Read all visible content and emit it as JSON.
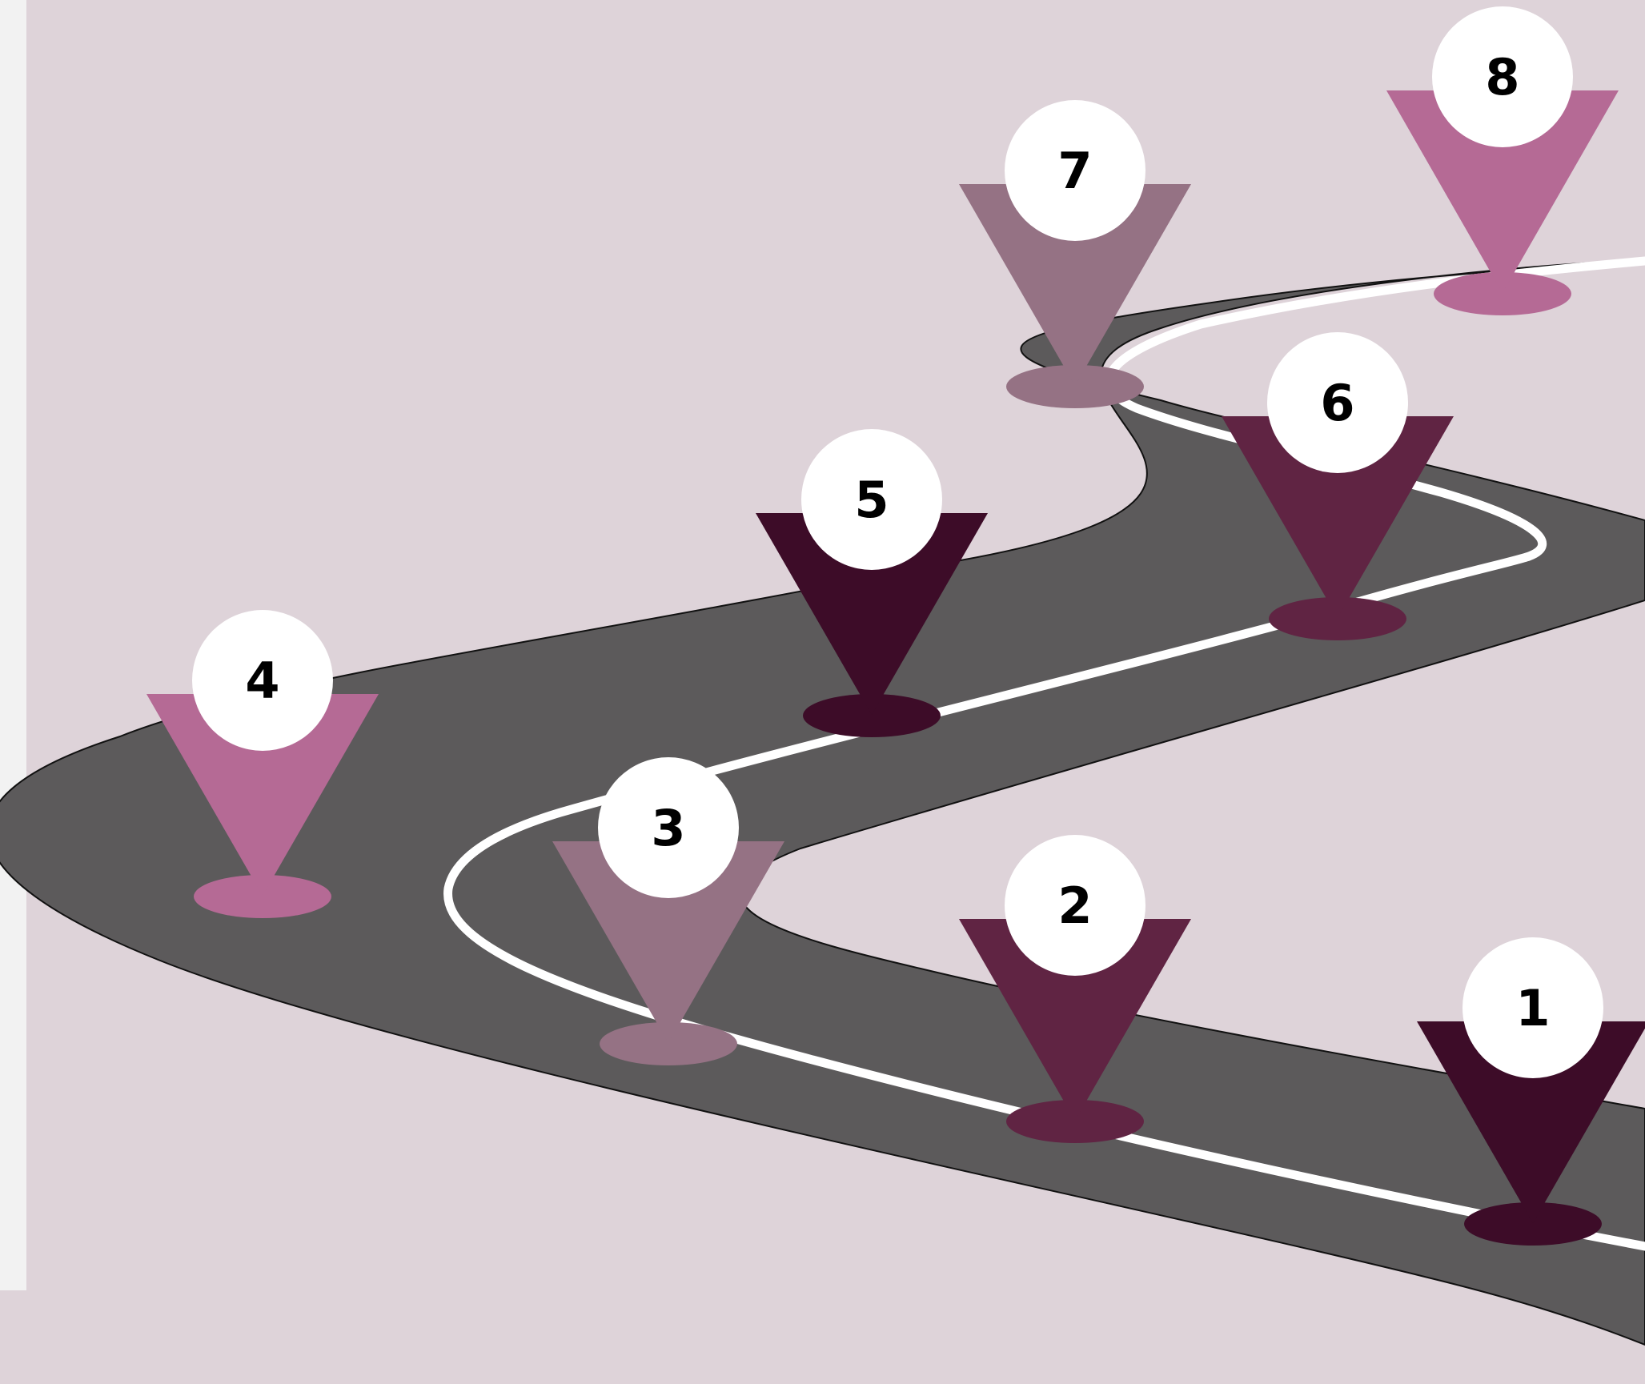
{
  "colors": {
    "background": "#ded3d9",
    "side_panel": "#f2f2f2",
    "road": "#5c5a5b",
    "road_edge": "#111111",
    "lane_line": "#ffffff",
    "marker_circle": "#ffffff",
    "marker_text": "#000000"
  },
  "markers": [
    {
      "label": "1",
      "color": "#3d0c28"
    },
    {
      "label": "2",
      "color": "#602443"
    },
    {
      "label": "3",
      "color": "#957284"
    },
    {
      "label": "4",
      "color": "#b56a95"
    },
    {
      "label": "5",
      "color": "#3d0c28"
    },
    {
      "label": "6",
      "color": "#602443"
    },
    {
      "label": "7",
      "color": "#957284"
    },
    {
      "label": "8",
      "color": "#b56a95"
    }
  ]
}
